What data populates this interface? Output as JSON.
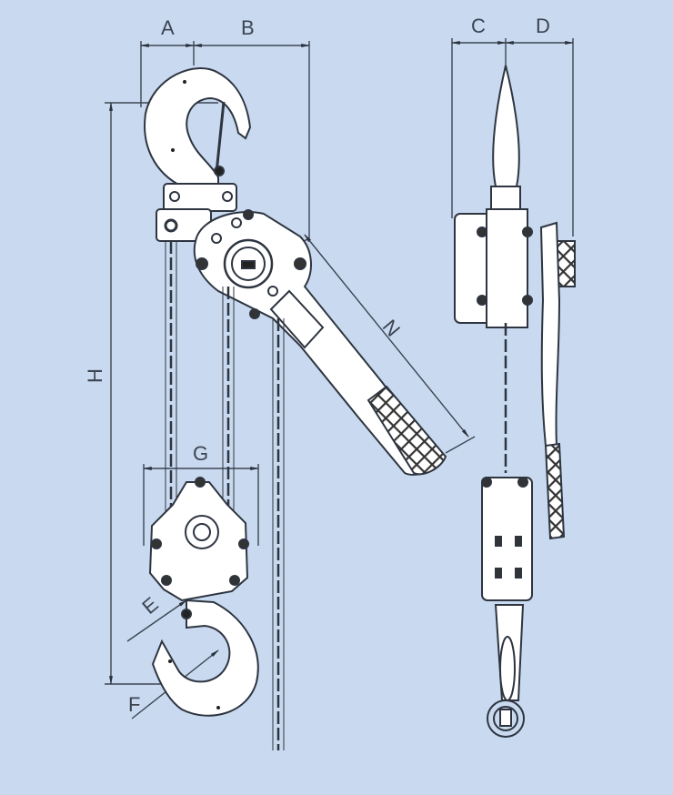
{
  "diagram": {
    "subject": "lever chain hoist dimension drawing",
    "views": [
      "front-view",
      "side-view"
    ],
    "background_color": "#c9daf0",
    "line_color": "#3c4452",
    "body_fill": "#ffffff"
  },
  "dimensions": {
    "A": "A",
    "B": "B",
    "C": "C",
    "D": "D",
    "E": "E",
    "F": "F",
    "G": "G",
    "H": "H",
    "N": "N"
  }
}
